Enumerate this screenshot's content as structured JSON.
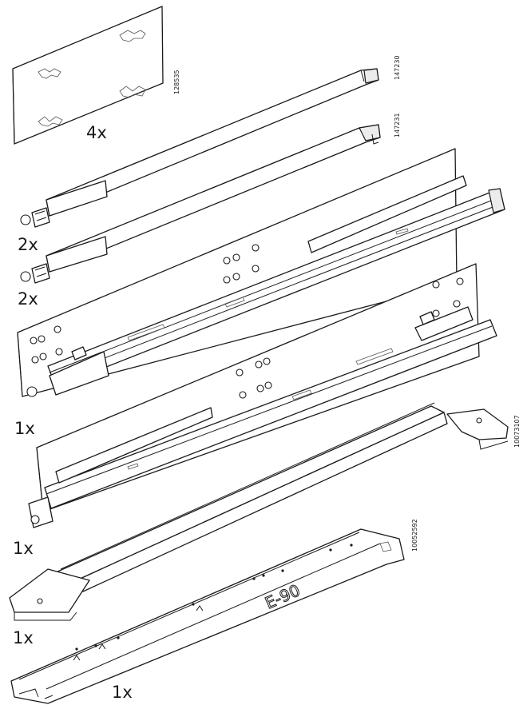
{
  "parts": [
    {
      "id": "plate",
      "quantity": "4x",
      "article": "128535"
    },
    {
      "id": "rod-a",
      "quantity": "2x",
      "article": "147230"
    },
    {
      "id": "rod-b",
      "quantity": "2x",
      "article": "147231"
    },
    {
      "id": "rail-left",
      "quantity": "1x",
      "article": ""
    },
    {
      "id": "rail-right",
      "quantity": "1x",
      "article": ""
    },
    {
      "id": "runner-bracket",
      "quantity": "1x",
      "article": "10073107"
    },
    {
      "id": "mount-template",
      "quantity": "1x",
      "article": "10052592",
      "marking": "E-90"
    }
  ]
}
